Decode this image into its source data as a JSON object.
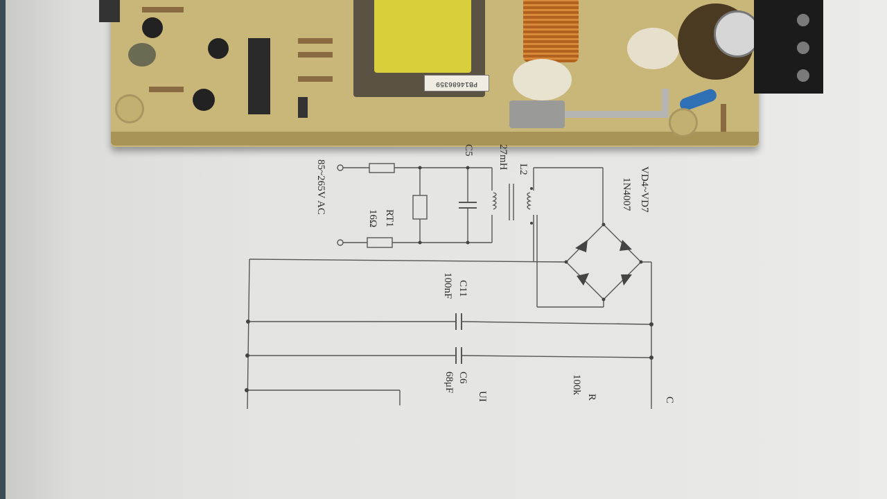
{
  "pcb": {
    "sticker_text": "PB14686359"
  },
  "schematic": {
    "input_label": "85~265V AC",
    "thermistor_name": "RT1",
    "thermistor_value": "16Ω",
    "cap_c5": "C5",
    "inductor_name": "L2",
    "inductor_value": "27mH",
    "bridge_name": "VD4~VD7",
    "bridge_part": "1N4007",
    "cap_c11_name": "C11",
    "cap_c11_value": "100nF",
    "cap_c6_name": "C6",
    "cap_c6_value": "68μF",
    "resistor_name": "R",
    "resistor_value": "100k",
    "ic_name": "UI",
    "partial_c": "C"
  }
}
